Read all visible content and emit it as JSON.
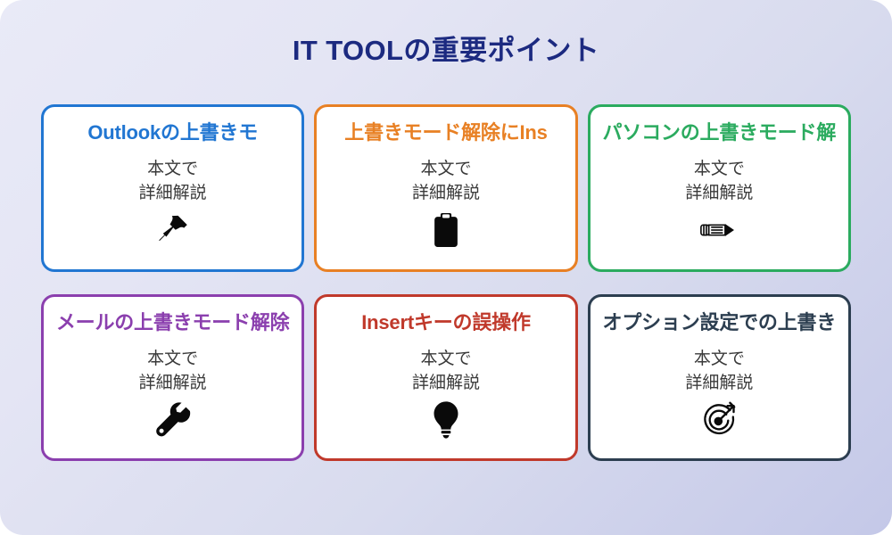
{
  "page": {
    "title": "IT TOOLの重要ポイント",
    "title_color": "#1c2a80",
    "background_from": "#e9eaf7",
    "background_to": "#c4c8e8"
  },
  "cards": [
    {
      "title": "Outlookの上書きモ",
      "body_line1": "本文で",
      "body_line2": "詳細解説",
      "icon": "pushpin-icon",
      "color": "#2176d2"
    },
    {
      "title": "上書きモード解除にIns",
      "body_line1": "本文で",
      "body_line2": "詳細解説",
      "icon": "clipboard-icon",
      "color": "#e88024"
    },
    {
      "title": "パソコンの上書きモード解",
      "body_line1": "本文で",
      "body_line2": "詳細解説",
      "icon": "pencil-icon",
      "color": "#2bab5f"
    },
    {
      "title": "メールの上書きモード解除",
      "body_line1": "本文で",
      "body_line2": "詳細解説",
      "icon": "wrench-icon",
      "color": "#8b3fae"
    },
    {
      "title": "Insertキーの誤操作",
      "body_line1": "本文で",
      "body_line2": "詳細解説",
      "icon": "lightbulb-icon",
      "color": "#c0392b"
    },
    {
      "title": "オプション設定での上書き",
      "body_line1": "本文で",
      "body_line2": "詳細解説",
      "icon": "dart-target-icon",
      "color": "#2c3e50"
    }
  ]
}
